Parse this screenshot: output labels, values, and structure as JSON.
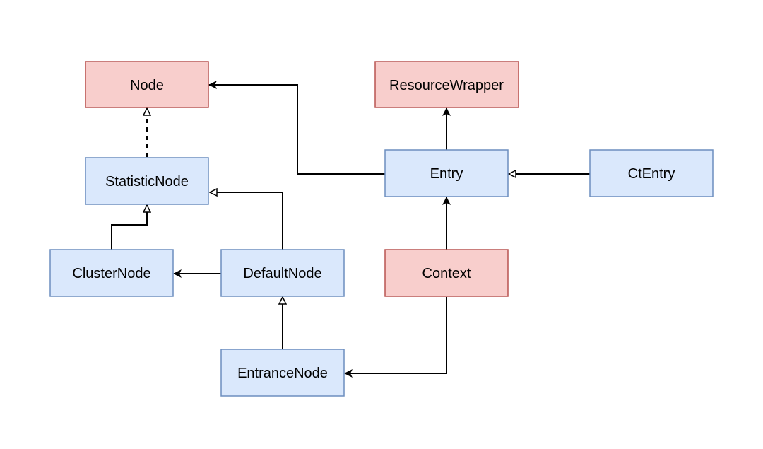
{
  "diagram": {
    "nodes": {
      "node": {
        "label": "Node",
        "kind": "core"
      },
      "resource_wrapper": {
        "label": "ResourceWrapper",
        "kind": "core"
      },
      "statistic_node": {
        "label": "StatisticNode",
        "kind": "impl"
      },
      "entry": {
        "label": "Entry",
        "kind": "impl"
      },
      "ct_entry": {
        "label": "CtEntry",
        "kind": "impl"
      },
      "cluster_node": {
        "label": "ClusterNode",
        "kind": "impl"
      },
      "default_node": {
        "label": "DefaultNode",
        "kind": "impl"
      },
      "context": {
        "label": "Context",
        "kind": "core"
      },
      "entrance_node": {
        "label": "EntranceNode",
        "kind": "impl"
      }
    },
    "edges": [
      {
        "from": "statistic_node",
        "to": "node",
        "type": "implements"
      },
      {
        "from": "cluster_node",
        "to": "statistic_node",
        "type": "extends"
      },
      {
        "from": "default_node",
        "to": "statistic_node",
        "type": "extends"
      },
      {
        "from": "default_node",
        "to": "cluster_node",
        "type": "association"
      },
      {
        "from": "entrance_node",
        "to": "default_node",
        "type": "extends"
      },
      {
        "from": "entry",
        "to": "node",
        "type": "association"
      },
      {
        "from": "entry",
        "to": "resource_wrapper",
        "type": "association"
      },
      {
        "from": "ct_entry",
        "to": "entry",
        "type": "extends"
      },
      {
        "from": "context",
        "to": "entry",
        "type": "association"
      },
      {
        "from": "context",
        "to": "entrance_node",
        "type": "association"
      }
    ],
    "colors": {
      "core_fill": "#f8cecc",
      "core_stroke": "#b85450",
      "impl_fill": "#dae8fc",
      "impl_stroke": "#6c8ebf",
      "edge": "#000000"
    }
  }
}
